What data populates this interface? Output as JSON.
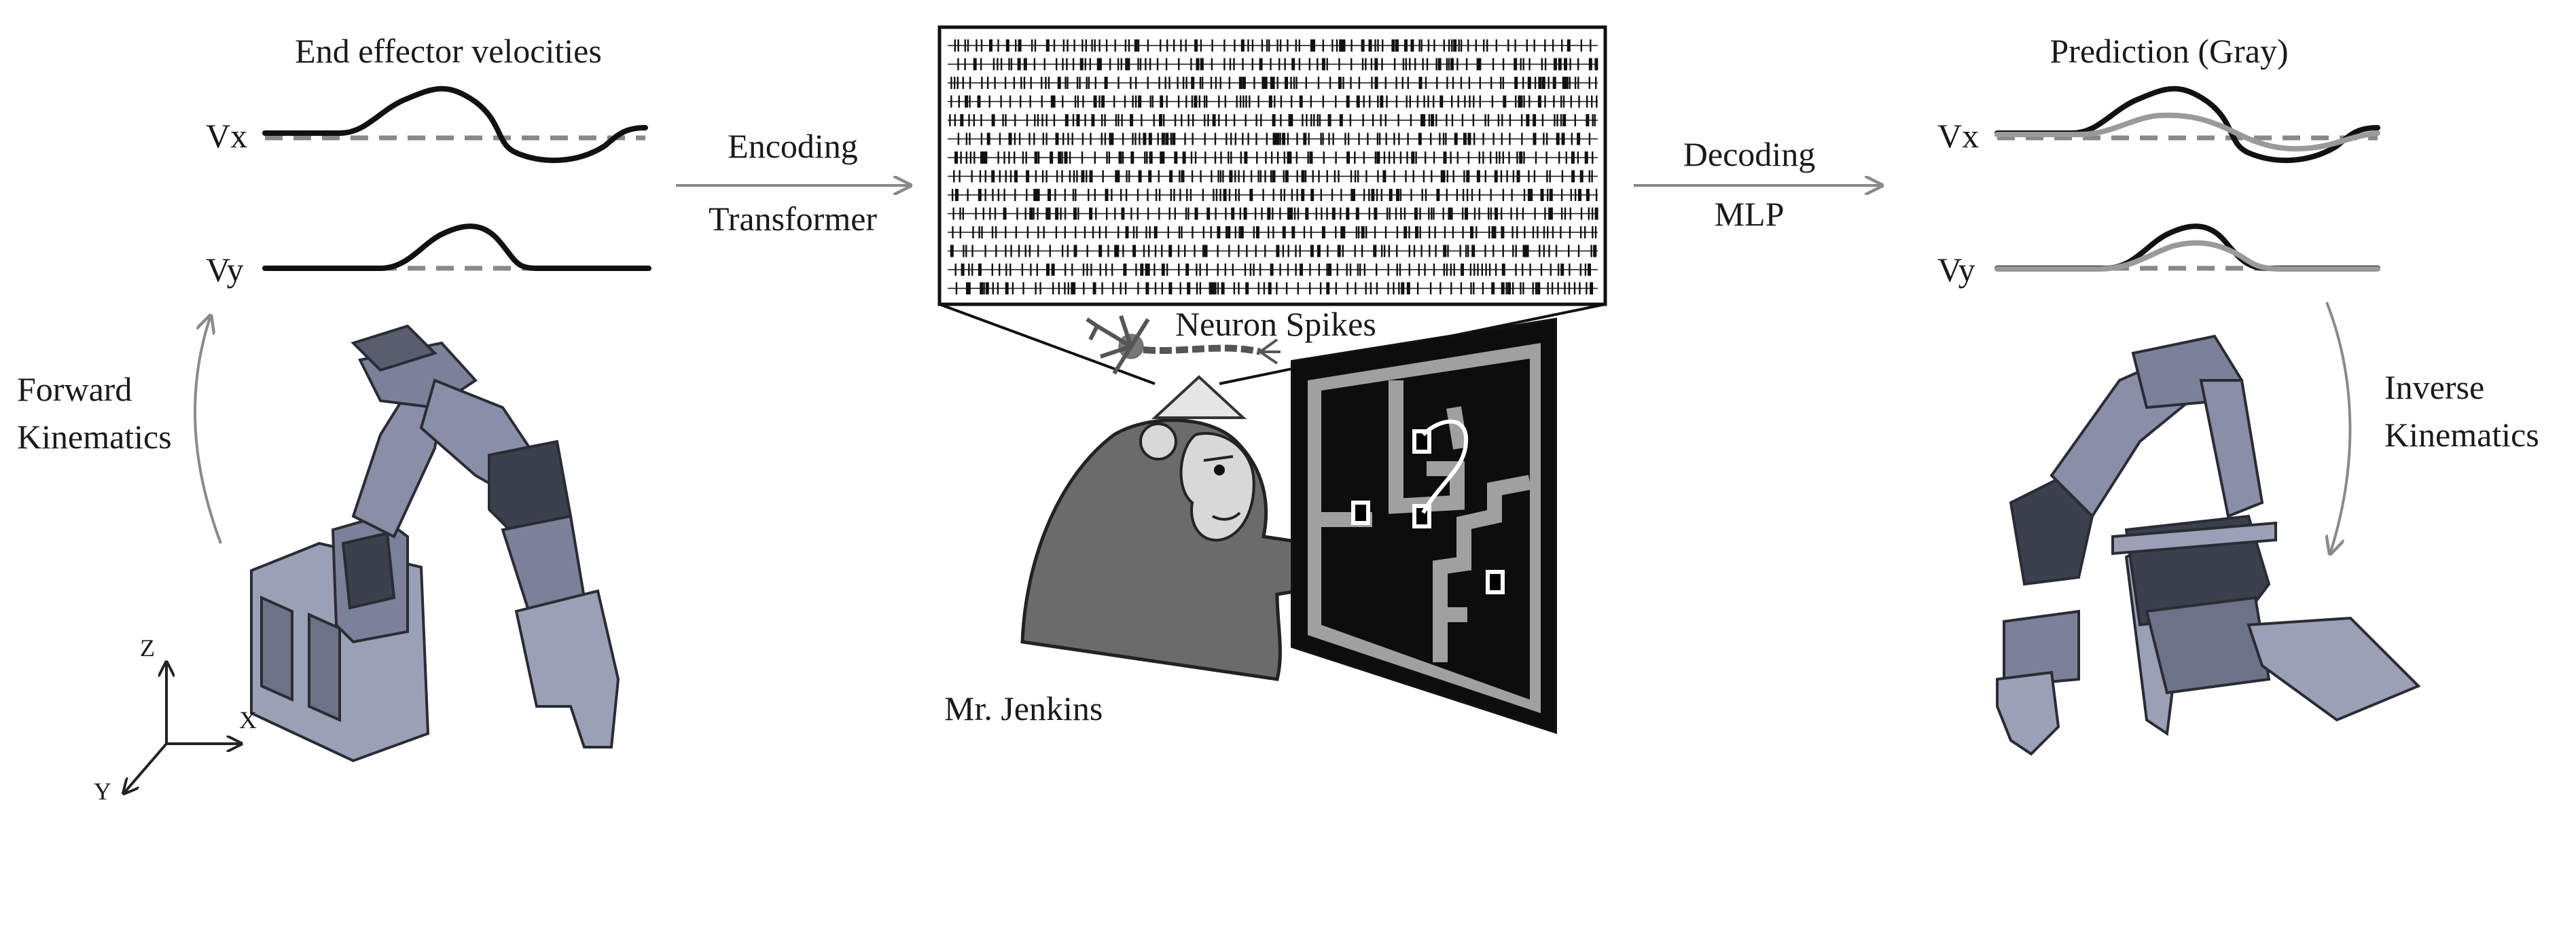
{
  "labels": {
    "vel_title": "End effector velocities",
    "vx": "Vx",
    "vy": "Vy",
    "encoding": "Encoding",
    "transformer": "Transformer",
    "decoding": "Decoding",
    "mlp": "MLP",
    "neuron_spikes": "Neuron Spikes",
    "mr_jenkins": "Mr. Jenkins",
    "prediction_title": "Prediction (Gray)",
    "vx_right": "Vx",
    "vy_right": "Vy",
    "forward": "Forward",
    "kinematics_left": "Kinematics",
    "inverse": "Inverse",
    "kinematics_right": "Kinematics",
    "axis_z": "Z",
    "axis_x": "X",
    "axis_y": "Y"
  },
  "colors": {
    "line": "#111111",
    "prediction": "#999999",
    "baseline": "#888888",
    "arrow": "#8a8a8a",
    "robot_fill": "#8a8ea6",
    "robot_dark": "#3a3d4a",
    "monkey": "#6b6b6b",
    "maze_wall": "#a0a0a0"
  }
}
